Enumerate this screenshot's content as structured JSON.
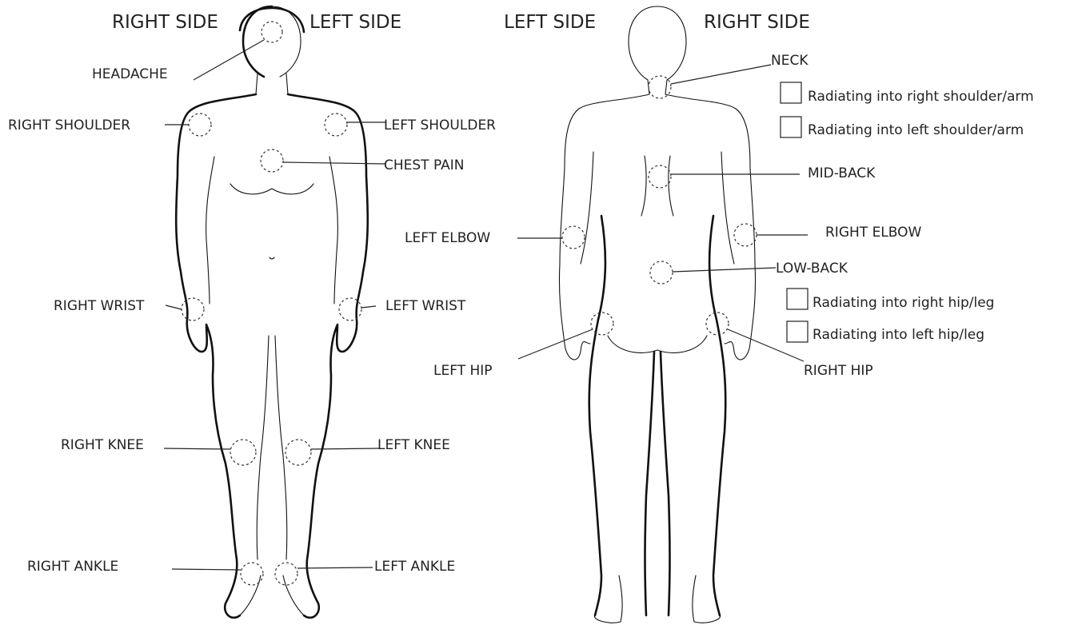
{
  "front": {
    "right_side": "RIGHT SIDE",
    "left_side": "LEFT SIDE",
    "labels": {
      "headache": "HEADACHE",
      "right_shoulder": "RIGHT SHOULDER",
      "left_shoulder": "LEFT SHOULDER",
      "chest_pain": "CHEST PAIN",
      "right_wrist": "RIGHT WRIST",
      "left_wrist": "LEFT WRIST",
      "right_knee": "RIGHT KNEE",
      "left_knee": "LEFT KNEE",
      "right_ankle": "RIGHT ANKLE",
      "left_ankle": "LEFT ANKLE"
    }
  },
  "back": {
    "left_side": "LEFT SIDE",
    "right_side": "RIGHT SIDE",
    "labels": {
      "neck": "NECK",
      "mid_back": "MID-BACK",
      "left_elbow": "LEFT ELBOW",
      "right_elbow": "RIGHT ELBOW",
      "low_back": "LOW-BACK",
      "left_hip": "LEFT HIP",
      "right_hip": "RIGHT HIP"
    },
    "checkboxes": {
      "neck_right": {
        "label": "Radiating into right shoulder/arm",
        "checked": false
      },
      "neck_left": {
        "label": "Radiating into left shoulder/arm",
        "checked": false
      },
      "hip_right": {
        "label": "Radiating into right hip/leg",
        "checked": false
      },
      "hip_left": {
        "label": "Radiating into left hip/leg",
        "checked": false
      }
    }
  }
}
